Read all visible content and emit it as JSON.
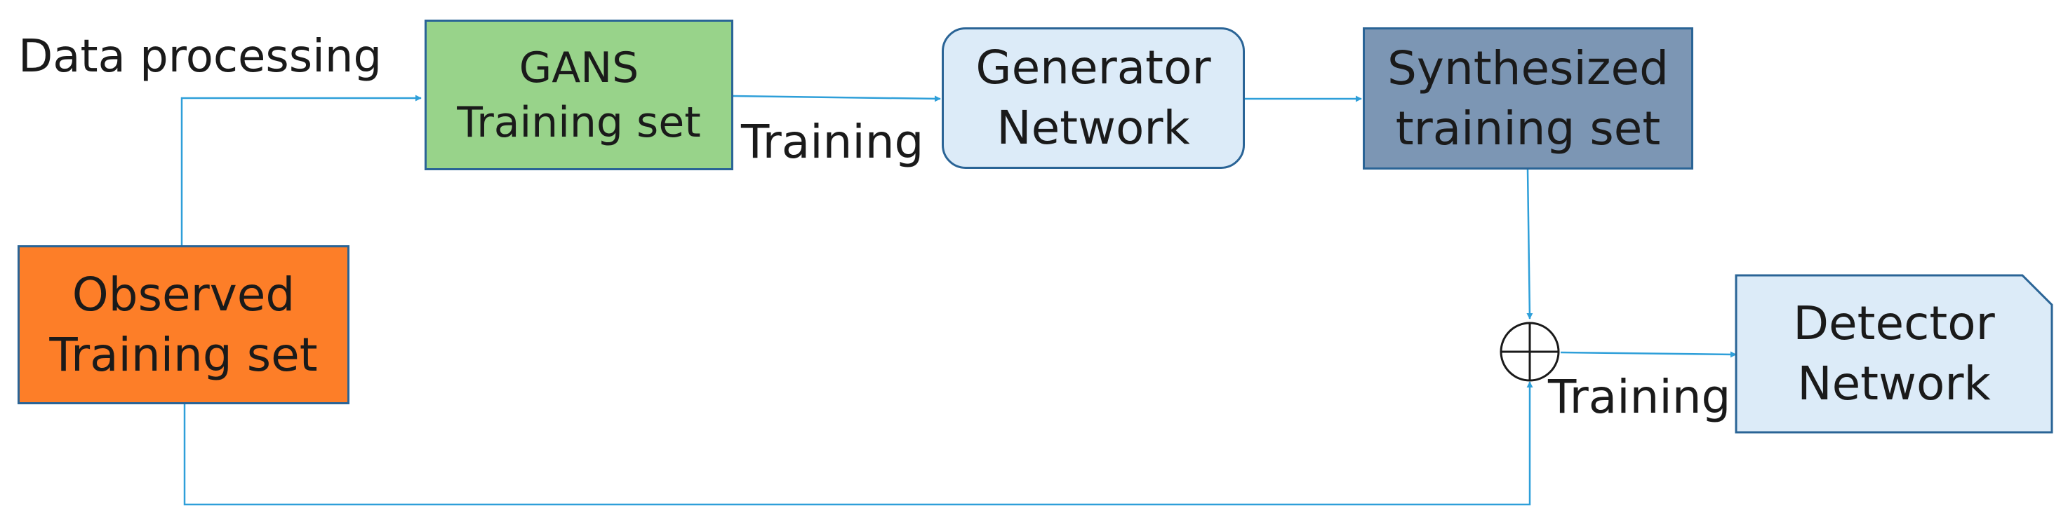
{
  "colors": {
    "edge": "#2e9fd9",
    "gans": "#98d38a",
    "observed": "#fd7e28",
    "generator": "#dcebf8",
    "synthesized": "#7c96b4",
    "detector": "#dcebf8",
    "border": "#2a6496"
  },
  "labels": {
    "data_processing": "Data processing",
    "training_1": "Training",
    "training_2": "Training"
  },
  "nodes": {
    "gans": {
      "line1": "GANS",
      "line2": "Training set"
    },
    "generator": {
      "line1": "Generator",
      "line2": "Network"
    },
    "synthesized": {
      "line1": "Synthesized",
      "line2": "training set"
    },
    "observed": {
      "line1": "Observed",
      "line2": "Training set"
    },
    "detector": {
      "line1": "Detector",
      "line2": "Network"
    }
  },
  "combiner": {
    "symbol": "circled-plus-icon"
  }
}
